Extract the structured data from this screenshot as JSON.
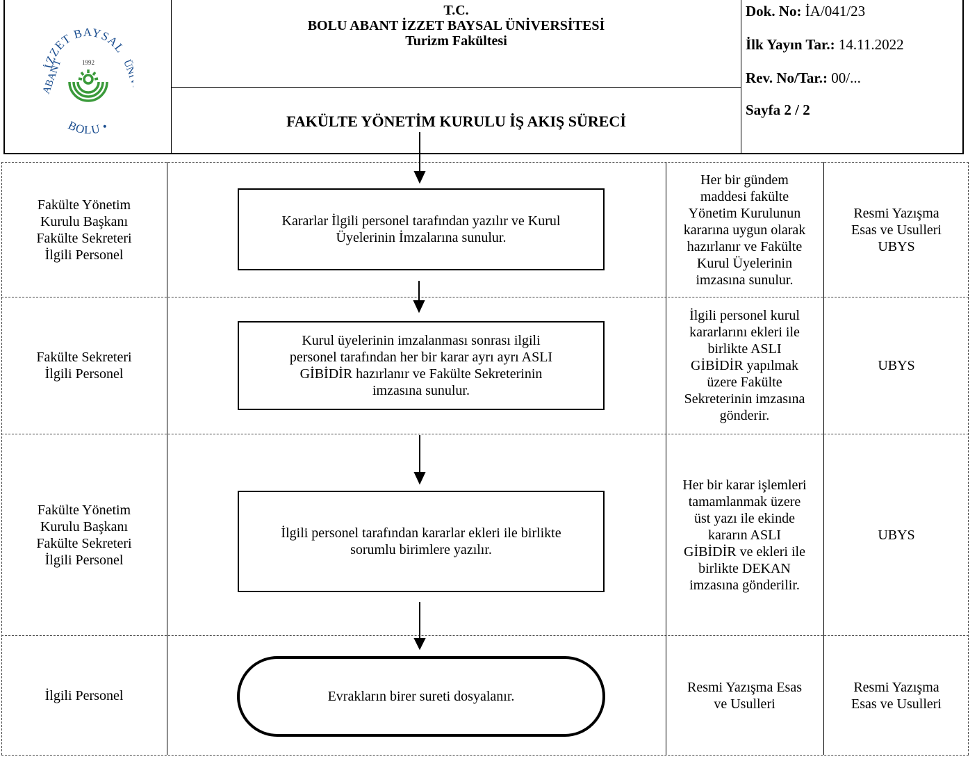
{
  "header": {
    "logo": {
      "ring_text_top": "İZZET BAYSAL",
      "ring_text_left": "ABANT",
      "ring_text_right": "ÜNİVERSİTESİ",
      "ring_text_bottom": "BOLU •",
      "year": "1992",
      "color": "#1a4d8f",
      "emblem_color": "#3a9a3a"
    },
    "line1": "T.C.",
    "line2": "BOLU ABANT İZZET BAYSAL ÜNİVERSİTESİ",
    "line3": "Turizm Fakültesi",
    "process_title": "FAKÜLTE YÖNETİM KURULU İŞ AKIŞ SÜRECİ",
    "doc_no_label": "Dok. No:",
    "doc_no_value": "İA/041/23",
    "first_pub_label": "İlk Yayın Tar.:",
    "first_pub_value": "14.11.2022",
    "rev_label": "Rev. No/Tar.:",
    "rev_value": "00/...",
    "page_label": "Sayfa 2 / 2"
  },
  "rows": [
    {
      "responsible": "Fakülte Yönetim\nKurulu Başkanı\nFakülte Sekreteri\nİlgili Personel",
      "step": "Kararlar İlgili personel tarafından yazılır ve Kurul\nÜyelerinin İmzalarına sunulur.",
      "description": "Her bir gündem\nmaddesi fakülte\nYönetim Kurulunun\nkararına uygun olarak\nhazırlanır ve Fakülte\nKurul Üyelerinin\nimzasına sunulur.",
      "reference": "Resmi Yazışma\nEsas ve Usulleri\nUBYS"
    },
    {
      "responsible": "Fakülte Sekreteri\nİlgili Personel",
      "step": "Kurul üyelerinin imzalanması sonrası ilgili\npersonel tarafından her bir karar ayrı ayrı ASLI\nGİBİDİR hazırlanır ve Fakülte Sekreterinin\nimzasına sunulur.",
      "description": "İlgili personel kurul\nkararlarını ekleri ile\nbirlikte ASLI\nGİBİDİR yapılmak\nüzere Fakülte\nSekreterinin imzasına\ngönderir.",
      "reference": "UBYS"
    },
    {
      "responsible": "Fakülte Yönetim\nKurulu Başkanı\nFakülte Sekreteri\nİlgili Personel",
      "step": "İlgili personel tarafından kararlar ekleri ile birlikte\nsorumlu birimlere yazılır.",
      "description": "Her bir karar işlemleri\ntamamlanmak üzere\nüst yazı ile ekinde\nkararın ASLI\nGİBİDİR ve ekleri ile\nbirlikte DEKAN\nimzasına gönderilir.",
      "reference": "UBYS"
    },
    {
      "responsible": "İlgili Personel",
      "step": "Evrakların birer sureti dosyalanır.",
      "description": "Resmi Yazışma Esas\nve Usulleri",
      "reference": "Resmi Yazışma\nEsas ve Usulleri"
    }
  ]
}
